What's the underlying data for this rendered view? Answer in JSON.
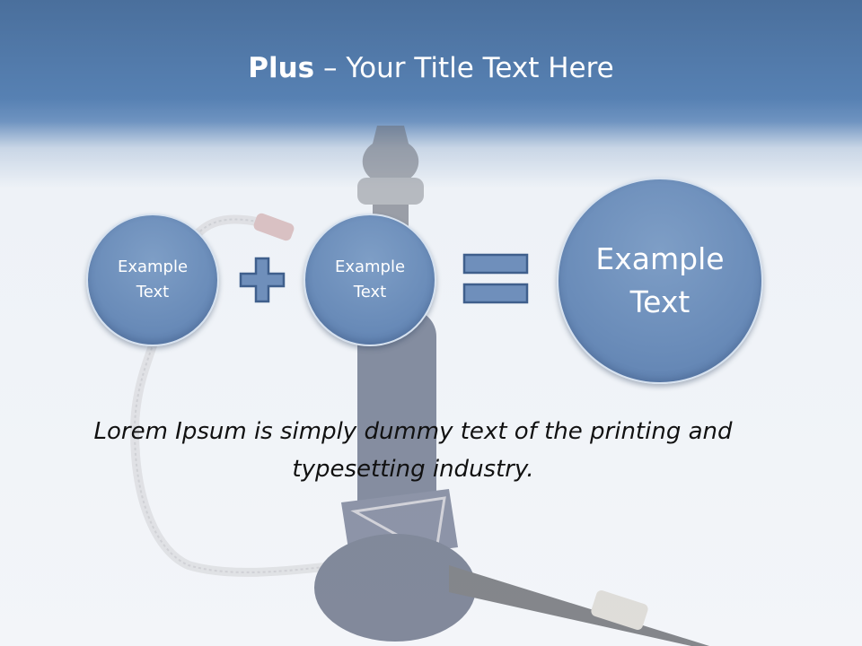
{
  "title": {
    "bold": "Plus",
    "rest": " – Your Title Text Here"
  },
  "circles": [
    {
      "text": "Example\nText"
    },
    {
      "text": "Example\nText"
    },
    {
      "text": "Example\nText"
    }
  ],
  "operators": {
    "plus": "plus-sign-icon",
    "equals": "equals-sign-icon"
  },
  "body_text": "Lorem Ipsum is simply dummy text of the printing and typesetting industry.",
  "colors": {
    "header_blue": "#5781b3",
    "circle_fill": "#6a8cb9",
    "operator_fill": "#6f8fbb",
    "operator_stroke": "#3f5f8c",
    "text_dark": "#111111"
  }
}
